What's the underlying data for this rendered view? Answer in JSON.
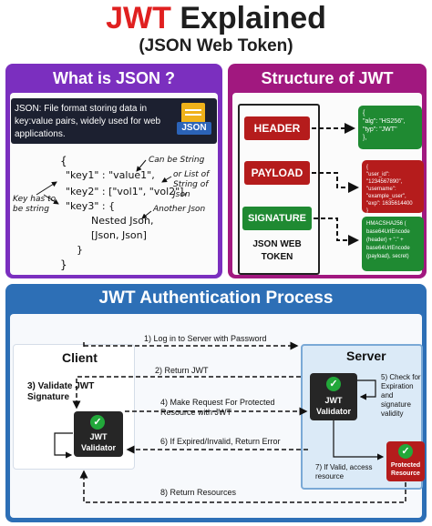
{
  "title": {
    "word1": "JWT",
    "word2": "Explained"
  },
  "subtitle": "(JSON Web Token)",
  "json_panel": {
    "heading": "What is JSON ?",
    "definition": "JSON: File format storing data in key:value pairs, widely used for web applications.",
    "icon_label": "JSON",
    "code": {
      "open_brace": "{",
      "line1": "\"key1\" : \"value1\",",
      "line2": "\"key2\" : [\"vol1\", \"vol2\"],",
      "line3": "\"key3\" : {",
      "line4": "Nested Json,",
      "line5": "[Json, Json]",
      "line6": "}",
      "close_brace": "}"
    },
    "annotations": {
      "can_be_string": "Can be String",
      "list_of_string": "or List of String of Json",
      "another_json": "Another Json",
      "key_has_string": "Key has to be string"
    }
  },
  "structure_panel": {
    "heading": "Structure of JWT",
    "parts": [
      "HEADER",
      "PAYLOAD",
      "SIGNATURE"
    ],
    "caption": "JSON WEB TOKEN",
    "header_json": [
      "{",
      "\"alg\": \"HS256\",",
      "\"typ\": \"JWT\"",
      "},"
    ],
    "payload_json": [
      "{",
      "\"user_id\": \"1234567890\",",
      "\"username\":",
      "\"example_user\",",
      "\"exp\": 1635614400",
      "}"
    ],
    "signature_json": [
      "HMACSHA256 (",
      "base64UrlEncode",
      "(header) + \".\" +",
      "base64UrlEncode",
      "(payload), secret)"
    ]
  },
  "auth_panel": {
    "heading": "JWT Authentication Process",
    "client_label": "Client",
    "server_label": "Server",
    "client_validator": "JWT Validator",
    "server_validator": "JWT Validator",
    "protected_resource": "Protected Resource",
    "steps": {
      "s1": "1) Log in to Server with Password",
      "s2": "2) Return JWT",
      "s3": "3) Validate JWT Signature",
      "s4": "4) Make Request For Protected Resource with JWT",
      "s5": "5) Check for Expiration and signature validity",
      "s6": "6) If Expired/Invalid, Return Error",
      "s7": "7) If Valid, access resource",
      "s8": "8) Return Resources"
    }
  },
  "colors": {
    "red": "#e02020",
    "purple_panel": "#7b2fbf",
    "magenta_panel": "#a1187f",
    "blue_panel": "#2d6fb6",
    "green": "#1f8a32"
  }
}
